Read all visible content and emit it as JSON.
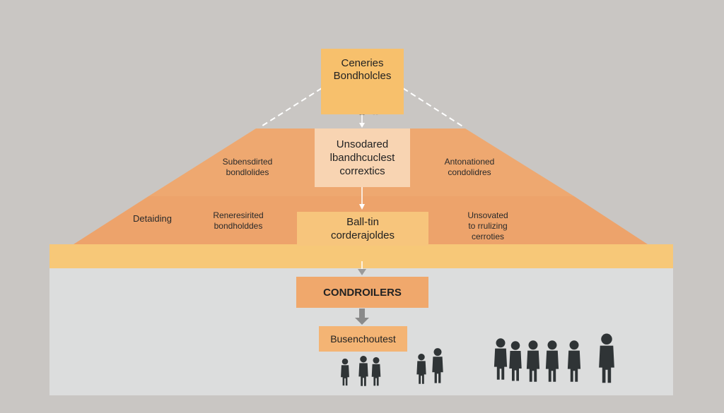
{
  "colors": {
    "background": "#c9c6c3",
    "pyramid_upper": "#eea870",
    "pyramid_lower": "#eda36b",
    "band": "#f7c878",
    "base_panel": "#dcdddd",
    "top_box": "#f7c06c",
    "mid_box": "#f8d4b2",
    "low_box": "#f7c57c",
    "controllers_box": "#f0a86c",
    "busen_box": "#f4b474",
    "silhouette": "#2f3436",
    "arrow": "#8a8a8a",
    "dash": "#ffffff"
  },
  "top_box": {
    "line1": "Ceneries",
    "line2": "Bondholcles",
    "icon": "people-silhouette-icon"
  },
  "mid_box": {
    "line1": "Unsodared",
    "line2": "lbandhcuclest",
    "line3": "corrextics"
  },
  "upper_left": {
    "line1": "Subensdirted",
    "line2": "bondlolides"
  },
  "upper_right": {
    "line1": "Antonationed",
    "line2": "condolidres"
  },
  "lower_left_far": "Detaiding",
  "lower_left": {
    "line1": "Reneresirited",
    "line2": "bondholddes"
  },
  "low_box": {
    "line1": "Ball-tin",
    "line2": "corderajoldes"
  },
  "lower_right": {
    "line1": "Unsovated",
    "line2": "to rrulizing",
    "line3": "cerroties"
  },
  "controllers": "CONDROILERS",
  "busen": "Busenchoutest",
  "icons": [
    "people-silhouette-icon",
    "arrow-down-icon"
  ]
}
